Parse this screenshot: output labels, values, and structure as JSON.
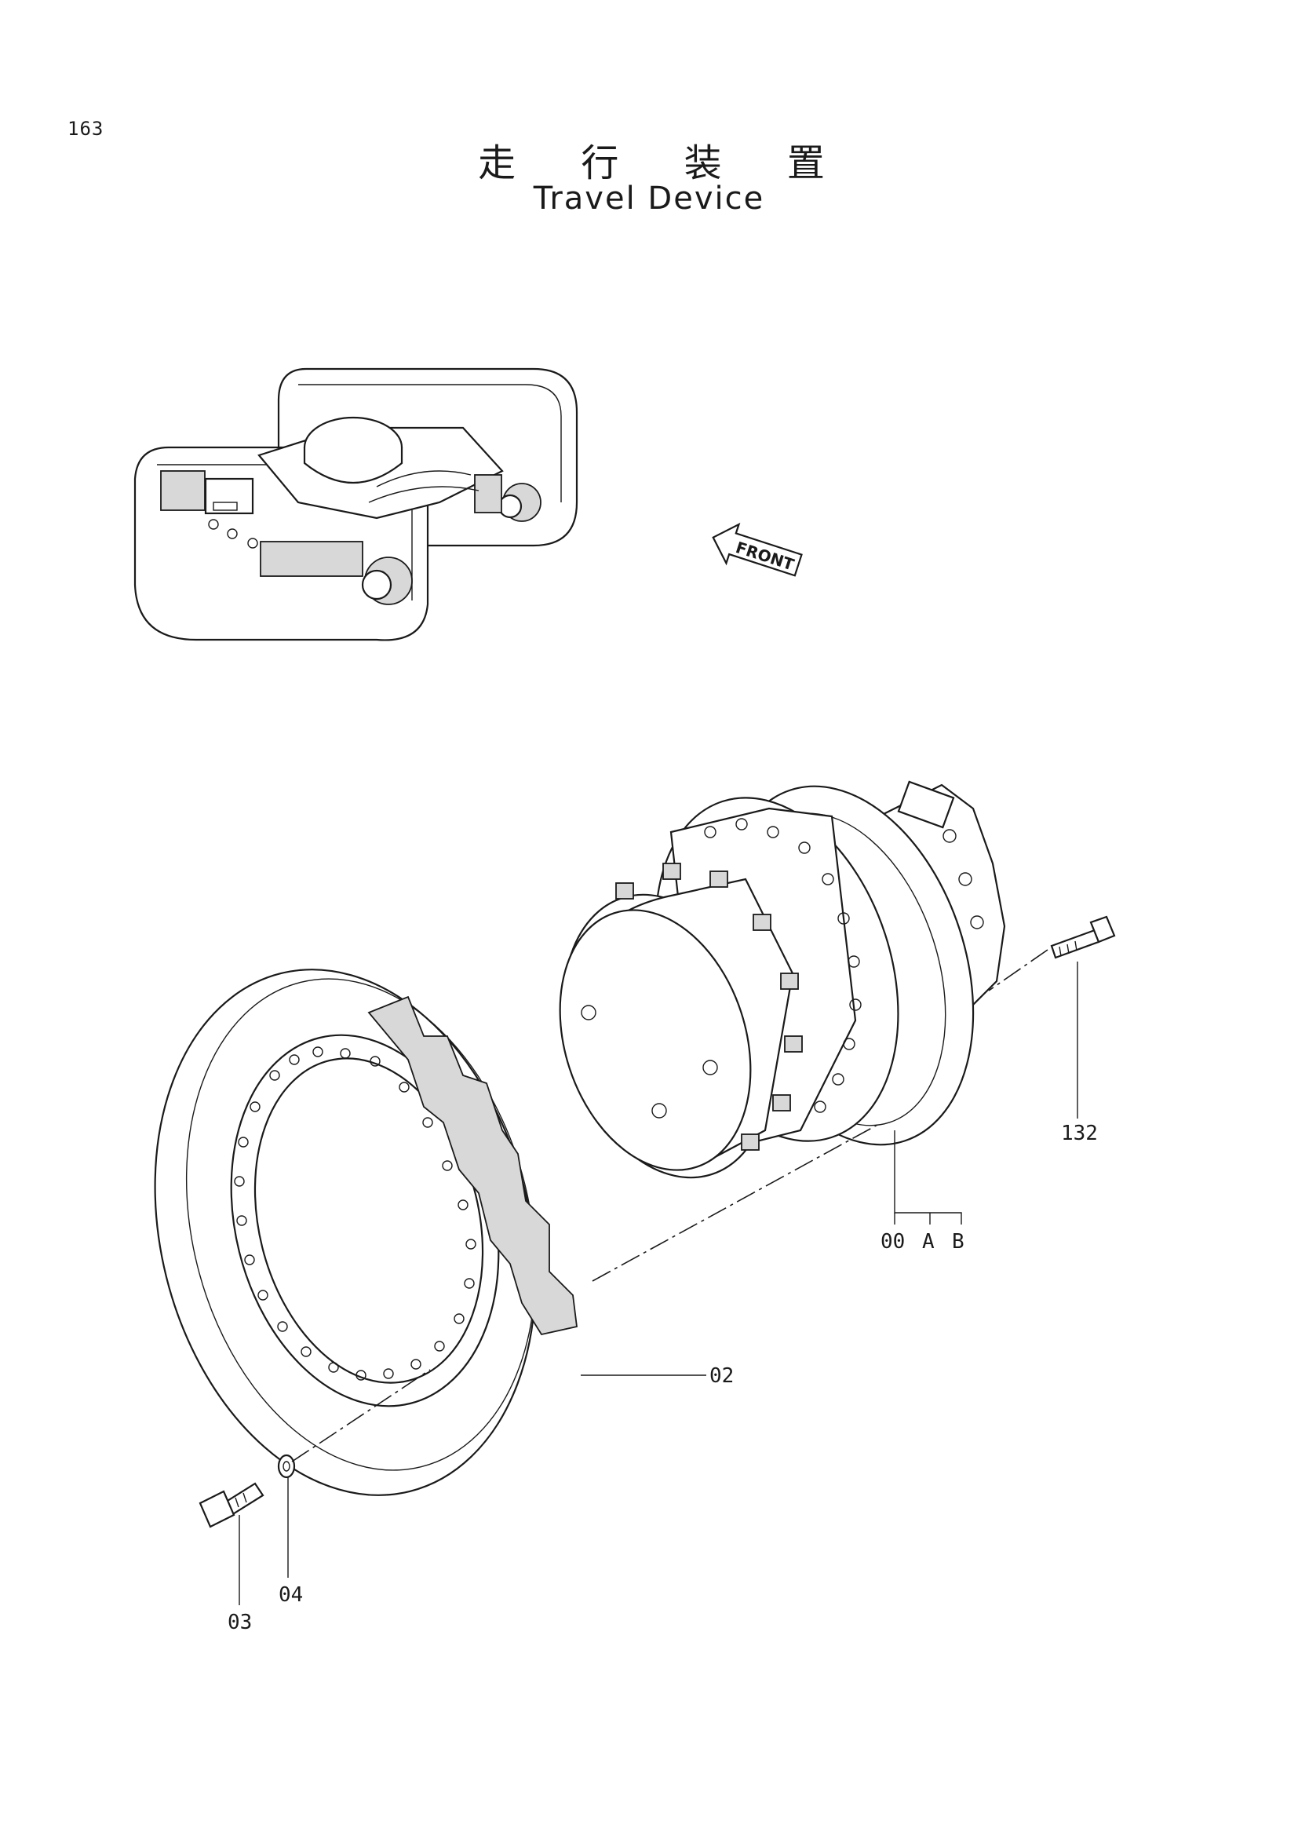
{
  "page": {
    "number": "163"
  },
  "title": {
    "japanese": "走 行 装 置",
    "english": "Travel Device"
  },
  "front_marker": {
    "label": "FRONT"
  },
  "callouts": {
    "motor_assembly": "00",
    "variant_a": "A",
    "variant_b": "B",
    "sprocket": "02",
    "bolt": "03",
    "washer": "04",
    "plug_bolt": "132"
  }
}
